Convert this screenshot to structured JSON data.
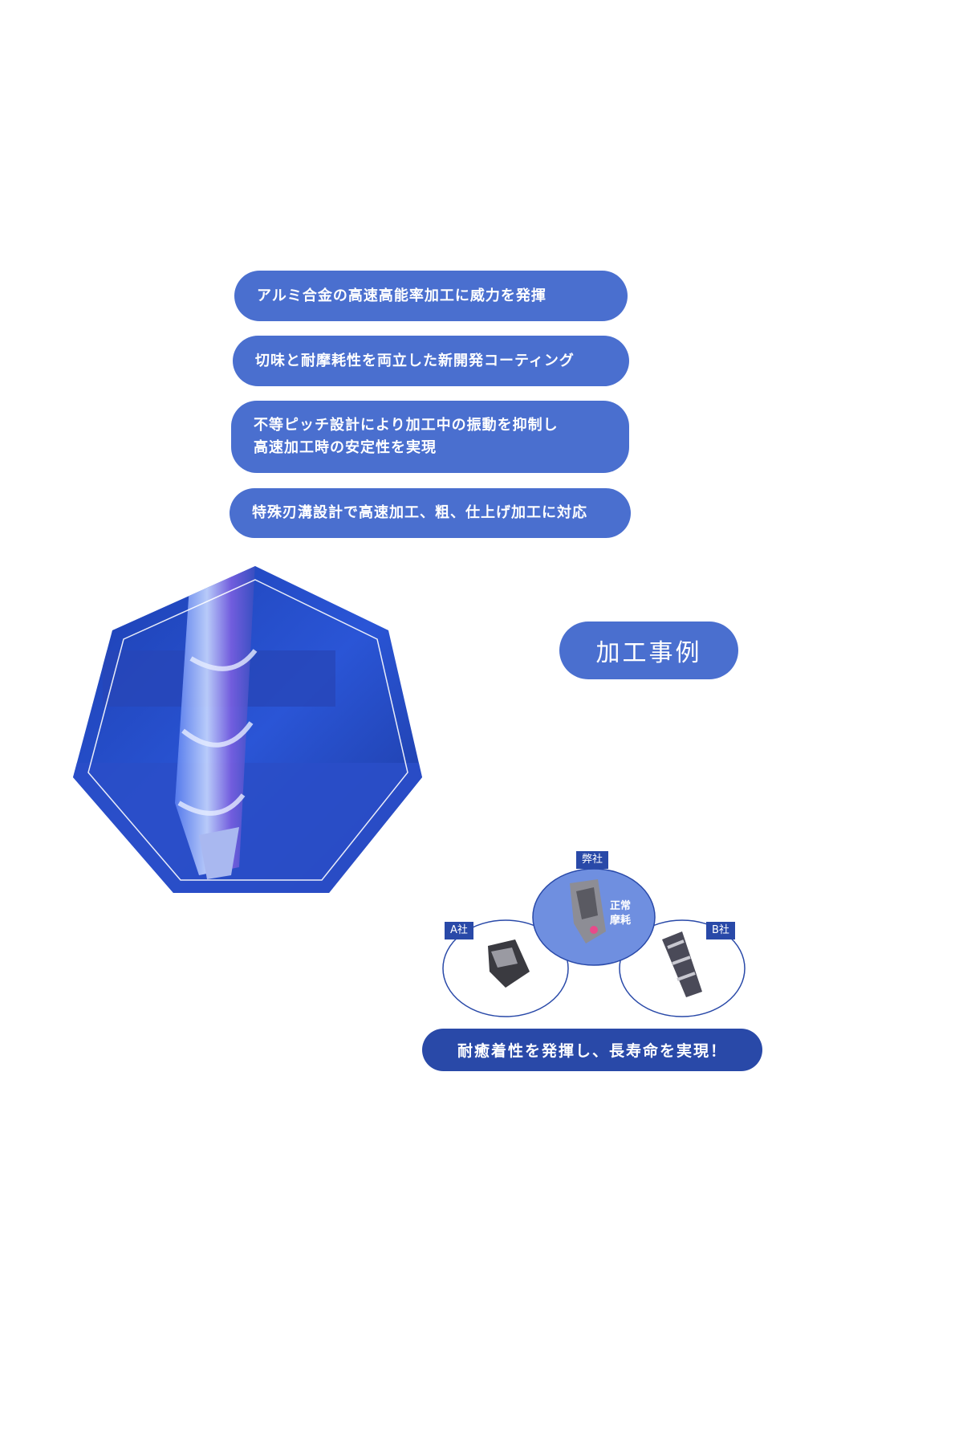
{
  "features": [
    {
      "lines": [
        "アルミ合金の高速高能率加工に威力を発揮"
      ]
    },
    {
      "lines": [
        "切味と耐摩耗性を両立した新開発コーティング"
      ]
    },
    {
      "lines": [
        "不等ピッチ設計により加工中の振動を抑制し",
        "高速加工時の安定性を実現"
      ]
    },
    {
      "lines": [
        "特殊刃溝設計で高速加工、粗、仕上げ加工に対応"
      ]
    }
  ],
  "case_section": {
    "title": "加工事例"
  },
  "comparison": {
    "ours": {
      "tag": "弊社",
      "label_line1": "正常",
      "label_line2": "摩耗"
    },
    "company_a": {
      "tag": "A社"
    },
    "company_b": {
      "tag": "B社"
    }
  },
  "summary": {
    "text": "耐癒着性を発揮し、長寿命を実現！"
  },
  "colors": {
    "pill": "#4a6fcf",
    "dark_blue": "#2949a8"
  }
}
